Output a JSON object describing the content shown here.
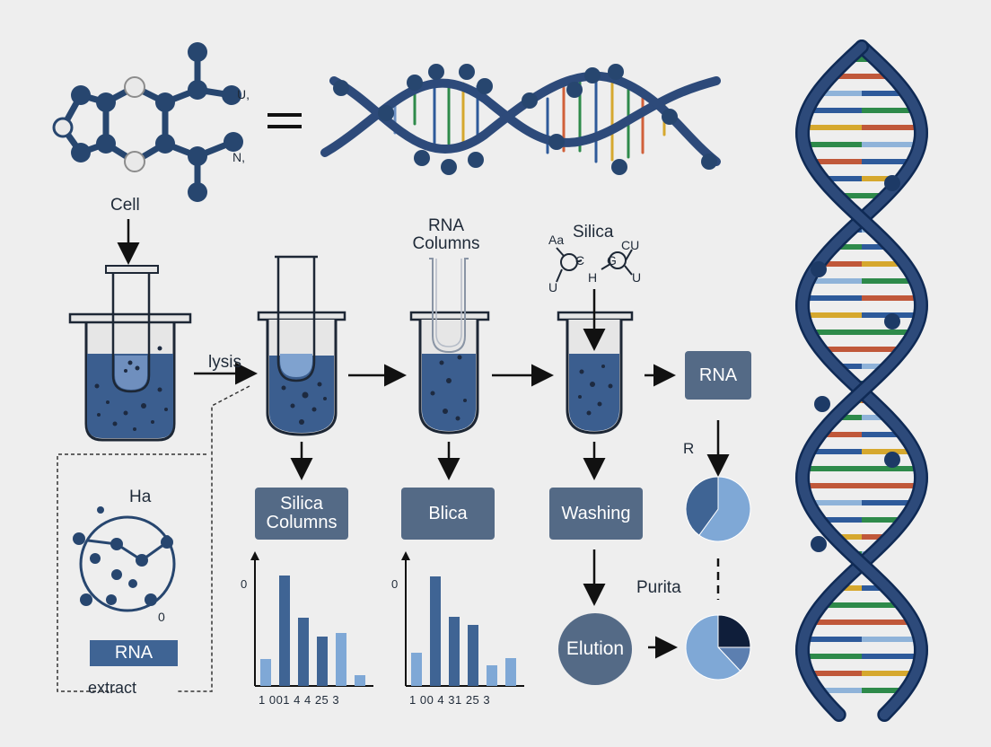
{
  "labels": {
    "cell": "Cell",
    "lysis": "lysis",
    "rna_columns_top": "RNA",
    "rna_columns_bottom": "Columns",
    "silica_top": "Silica",
    "mol_a": "Aa",
    "mol_c": "C",
    "mol_u_left": "U",
    "mol_h": "H",
    "mol_g": "G",
    "mol_cu": "CU",
    "mol_u_right": "U",
    "struct_u": "U,",
    "struct_n": "N,",
    "extract_ha": "Ha",
    "extract_zero": "0",
    "extract": "extract",
    "r_label": "R",
    "purita": "Purita"
  },
  "boxes": {
    "silica_columns_1": "Silica",
    "silica_columns_2": "Columns",
    "blica": "Blica",
    "washing": "Washing",
    "rna_box": "RNA",
    "rna_tag": "RNA",
    "elution": "Elution"
  },
  "colors": {
    "navy": "#27466f",
    "slate": "#546a86",
    "bar_dark": "#3f6494",
    "bar_light": "#7fa8d6",
    "liquid": "#3b5e8f",
    "strand": "#2d4a7a"
  },
  "chart_data": [
    {
      "type": "bar",
      "y_tick": "0",
      "x_tick_labels": "1  001 4  4  25  3",
      "values": [
        3,
        12.3,
        7.6,
        5.5,
        5.9,
        1.2
      ],
      "ylim": [
        0,
        14
      ]
    },
    {
      "type": "bar",
      "y_tick": "0",
      "x_tick_labels": "1  00  4 31 25  3",
      "values": [
        3.7,
        12.2,
        7.7,
        6.8,
        2.3,
        3.1
      ],
      "ylim": [
        0,
        14
      ]
    },
    {
      "type": "pie",
      "values": [
        60,
        40
      ]
    },
    {
      "type": "pie",
      "values": [
        25,
        13,
        62
      ]
    }
  ]
}
